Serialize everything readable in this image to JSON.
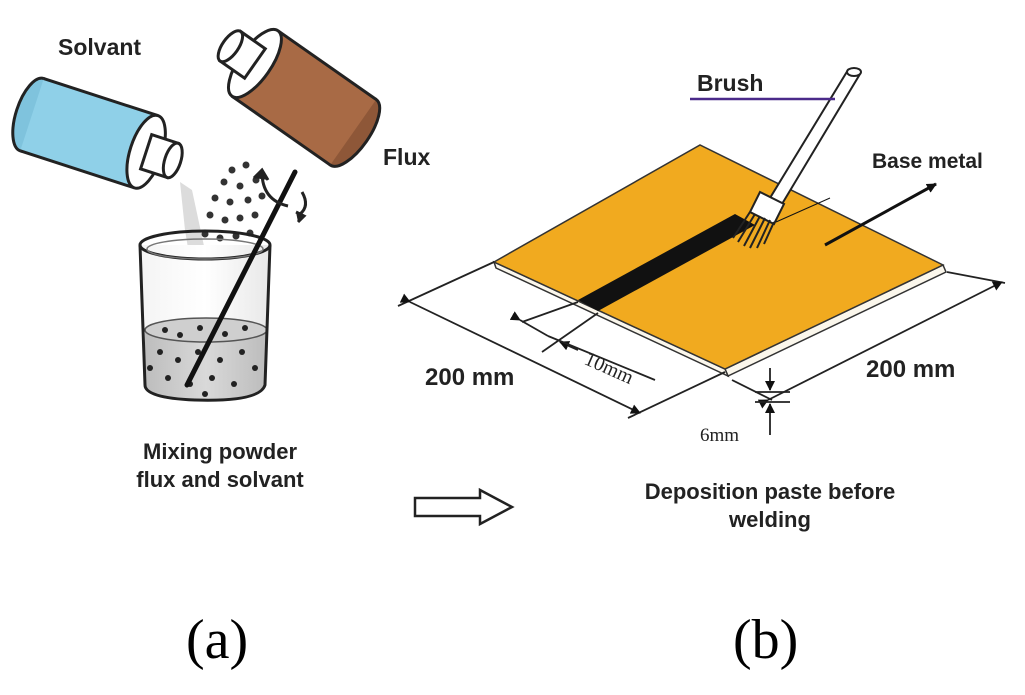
{
  "panel_a": {
    "label": "(a)",
    "solvent_label": "Solvant",
    "flux_label": "Flux",
    "caption_line1": "Mixing powder",
    "caption_line2": "flux and solvant"
  },
  "panel_b": {
    "label": "(b)",
    "brush_label": "Brush",
    "base_metal_label": "Base metal",
    "dim_length_left": "200 mm",
    "dim_length_right": "200 mm",
    "dim_groove": "10mm",
    "dim_thickness": "6mm",
    "caption_line1": "Deposition paste before",
    "caption_line2": "welding"
  },
  "colors": {
    "solvent_bottle": "#8fd0e8",
    "flux_bottle": "#a86a45",
    "plate": "#f1aa1f",
    "paste": "#111111",
    "brush_underline": "#4b2a8a"
  }
}
